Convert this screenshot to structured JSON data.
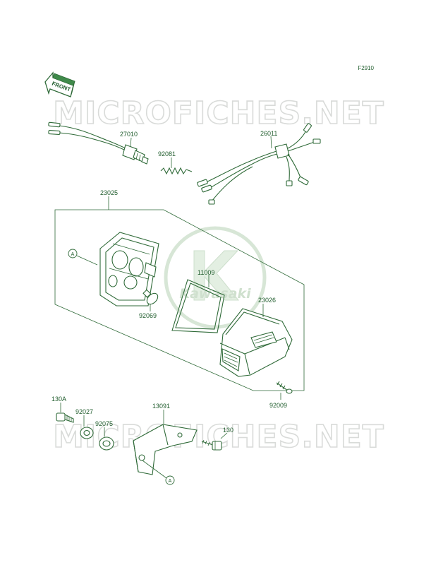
{
  "diagram": {
    "code": "F2910",
    "front_label": "FRONT",
    "watermark_text": "MICROFICHES.NET",
    "logo_text": "Kawasaki",
    "colors": {
      "line": "#2f6a38",
      "text": "#1f5c2c",
      "watermark": "#d9dbd9",
      "logo": "#d7e6d6"
    },
    "parts": [
      {
        "id": "27010"
      },
      {
        "id": "92081"
      },
      {
        "id": "26011"
      },
      {
        "id": "23025"
      },
      {
        "id": "A"
      },
      {
        "id": "11009"
      },
      {
        "id": "92069"
      },
      {
        "id": "23026"
      },
      {
        "id": "92009"
      },
      {
        "id": "130A"
      },
      {
        "id": "92027"
      },
      {
        "id": "92075"
      },
      {
        "id": "13091"
      },
      {
        "id": "130"
      },
      {
        "id": "A"
      }
    ]
  }
}
